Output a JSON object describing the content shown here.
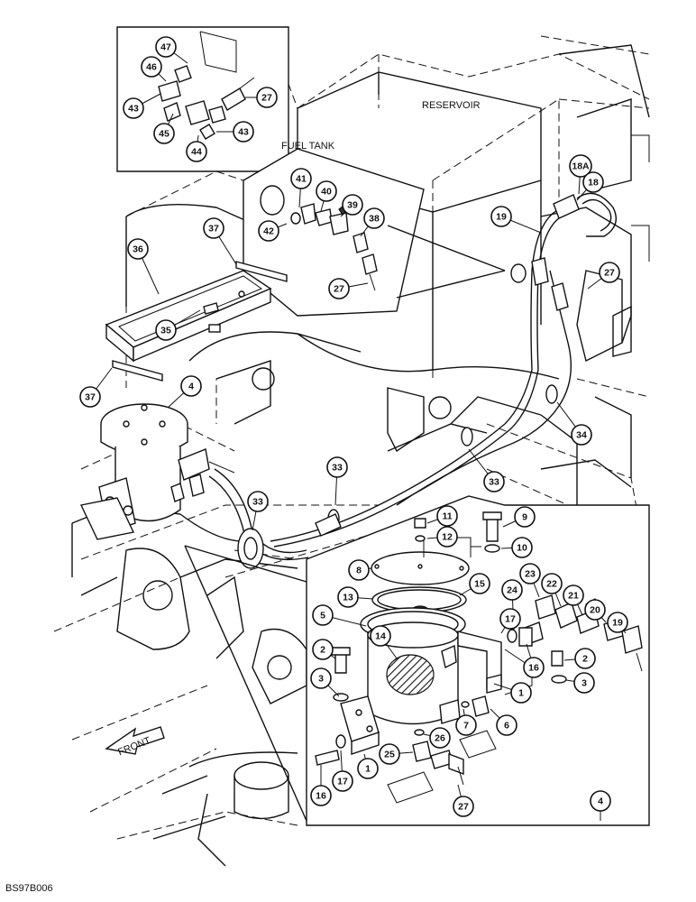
{
  "labels": {
    "reservoir": "RESERVOIR",
    "fuel_tank": "FUEL TANK",
    "front": "FRONT",
    "figure_code": "BS97B006"
  },
  "callouts": [
    "47",
    "46",
    "43",
    "45",
    "44",
    "27",
    "43",
    "41",
    "40",
    "39",
    "38",
    "42",
    "27",
    "18A",
    "18",
    "19",
    "27",
    "36",
    "37",
    "35",
    "37",
    "4",
    "33",
    "33",
    "34",
    "33",
    "11",
    "9",
    "12",
    "10",
    "8",
    "13",
    "15",
    "5",
    "24",
    "23",
    "22",
    "21",
    "20",
    "19",
    "17",
    "14",
    "2",
    "3",
    "16",
    "1",
    "2",
    "3",
    "7",
    "6",
    "26",
    "25",
    "1",
    "16",
    "17",
    "27",
    "4"
  ],
  "colors": {
    "ink": "#111111",
    "paper": "#ffffff",
    "hatch": "#222222"
  }
}
